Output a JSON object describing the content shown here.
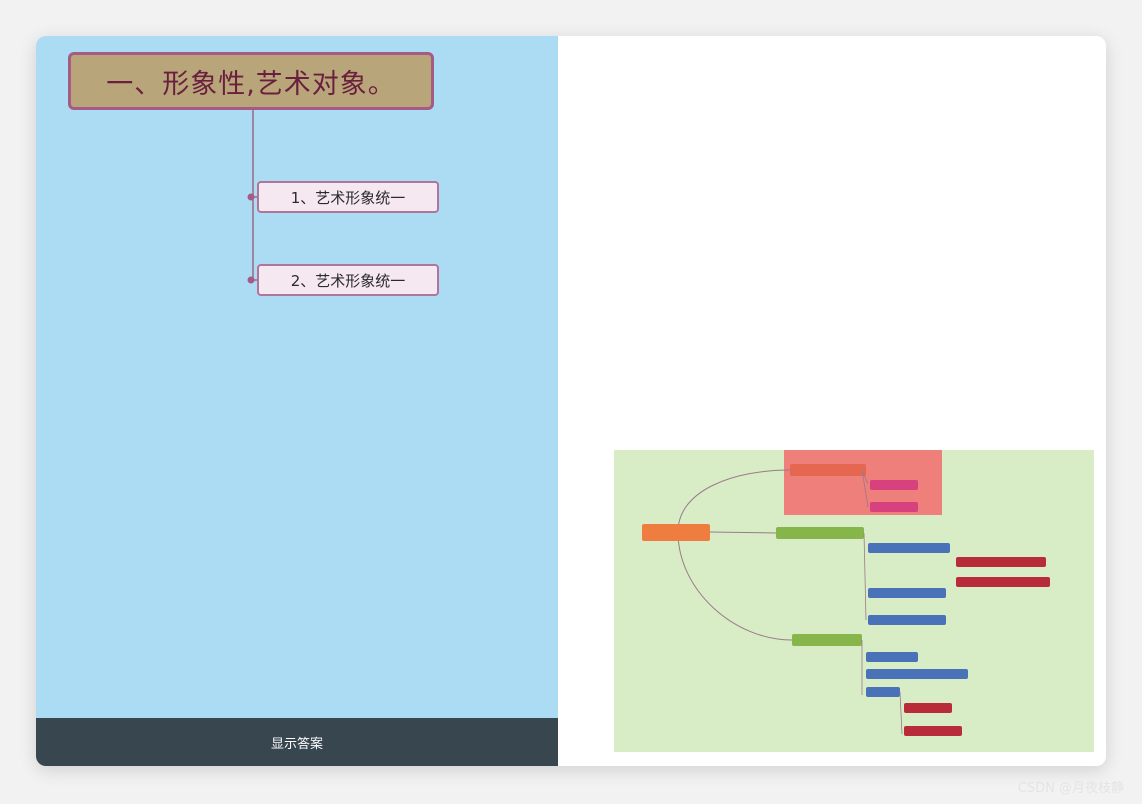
{
  "mindmap": {
    "root_label": "一、形象性,艺术对象。",
    "children": [
      {
        "label": "1、艺术形象统一"
      },
      {
        "label": "2、艺术形象统一"
      }
    ]
  },
  "controls": {
    "show_answer_label": "显示答案"
  },
  "watermark": {
    "text": "CSDN @月夜枝静"
  },
  "colors": {
    "pane_background": "#abdcf3",
    "root_fill": "#b9a57a",
    "root_border": "#a65a86",
    "child_fill": "#f6e8f0",
    "bottom_bar": "#37464f",
    "minimap_background": "#d8edc6",
    "minimap_highlight": "#ee7f7a"
  }
}
